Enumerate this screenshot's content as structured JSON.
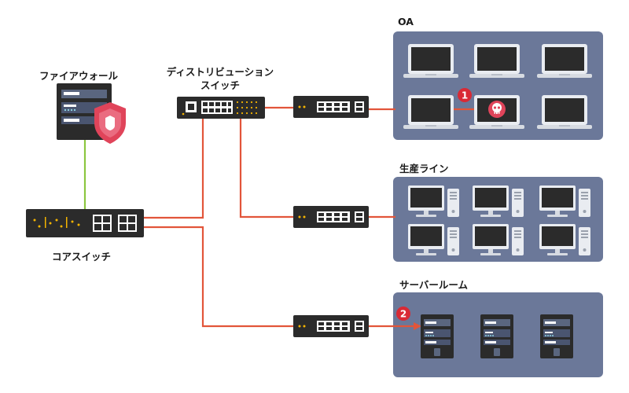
{
  "labels": {
    "firewall": "ファイアウォール",
    "distribution_line1": "ディストリビューション",
    "distribution_line2": "スイッチ",
    "core": "コアスイッチ",
    "oa": "OA",
    "production": "生産ライン",
    "server_room": "サーバールーム"
  },
  "markers": {
    "m1": "1",
    "m2": "2"
  },
  "colors": {
    "link": "#e2553a",
    "firewall_link": "#8cc63f",
    "zone_bg": "#6b7899",
    "device_dark": "#2b2b2b",
    "marker": "#d92a35",
    "shield": "#e0445a"
  },
  "icons": {
    "malware": "skull-icon",
    "firewall_shield": "shield-icon"
  }
}
